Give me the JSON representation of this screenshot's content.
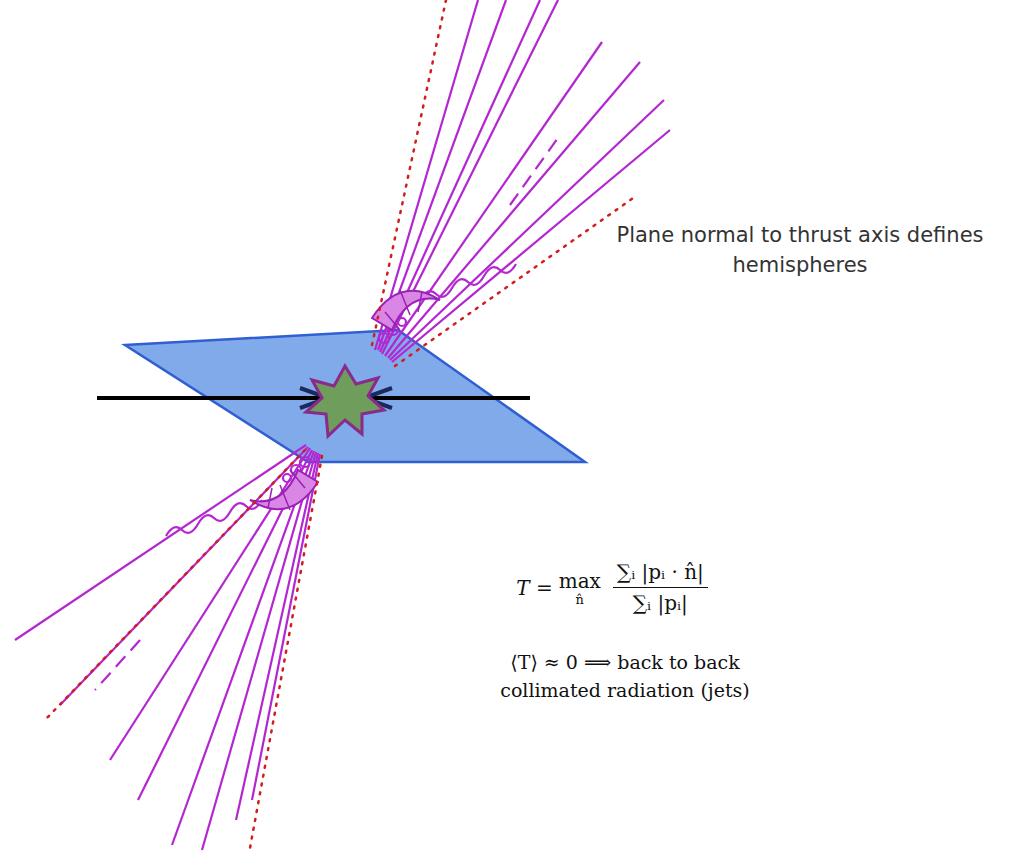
{
  "diagram": {
    "labels": [
      "Plane normal to thrust axis defines hemispheres",
      "T =",
      "max",
      "n̂",
      "∑ᵢ |pᵢ · n̂|",
      "∑ᵢ |pᵢ|",
      "⟨T⟩ ≈ 0 ⟹ back to back collimated radiation (jets)"
    ]
  }
}
